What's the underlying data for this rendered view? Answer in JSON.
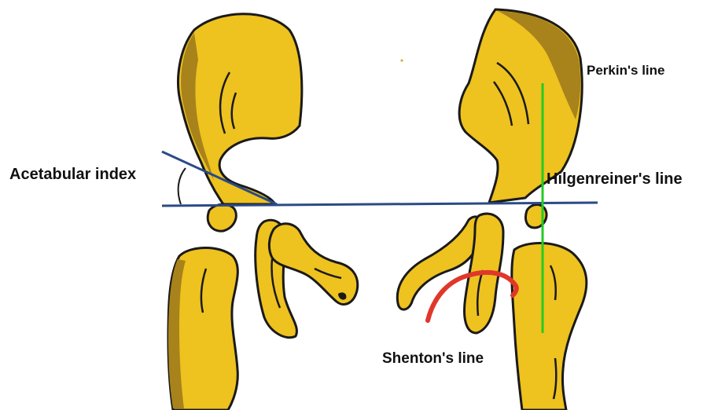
{
  "labels": {
    "perkin": "Perkin's line",
    "acetabular": "Acetabular index",
    "hilgenreiner": "Hilgenreiner's line",
    "shenton": "Shenton's line"
  },
  "colors": {
    "bone": "#eec21f",
    "bone_shadow": "#a8821a",
    "outline": "#1a1a1a",
    "hilgenreiner_line": "#2b4a86",
    "perkin_line": "#22cc22",
    "shenton_line": "#e0372a",
    "background": "#ffffff"
  }
}
